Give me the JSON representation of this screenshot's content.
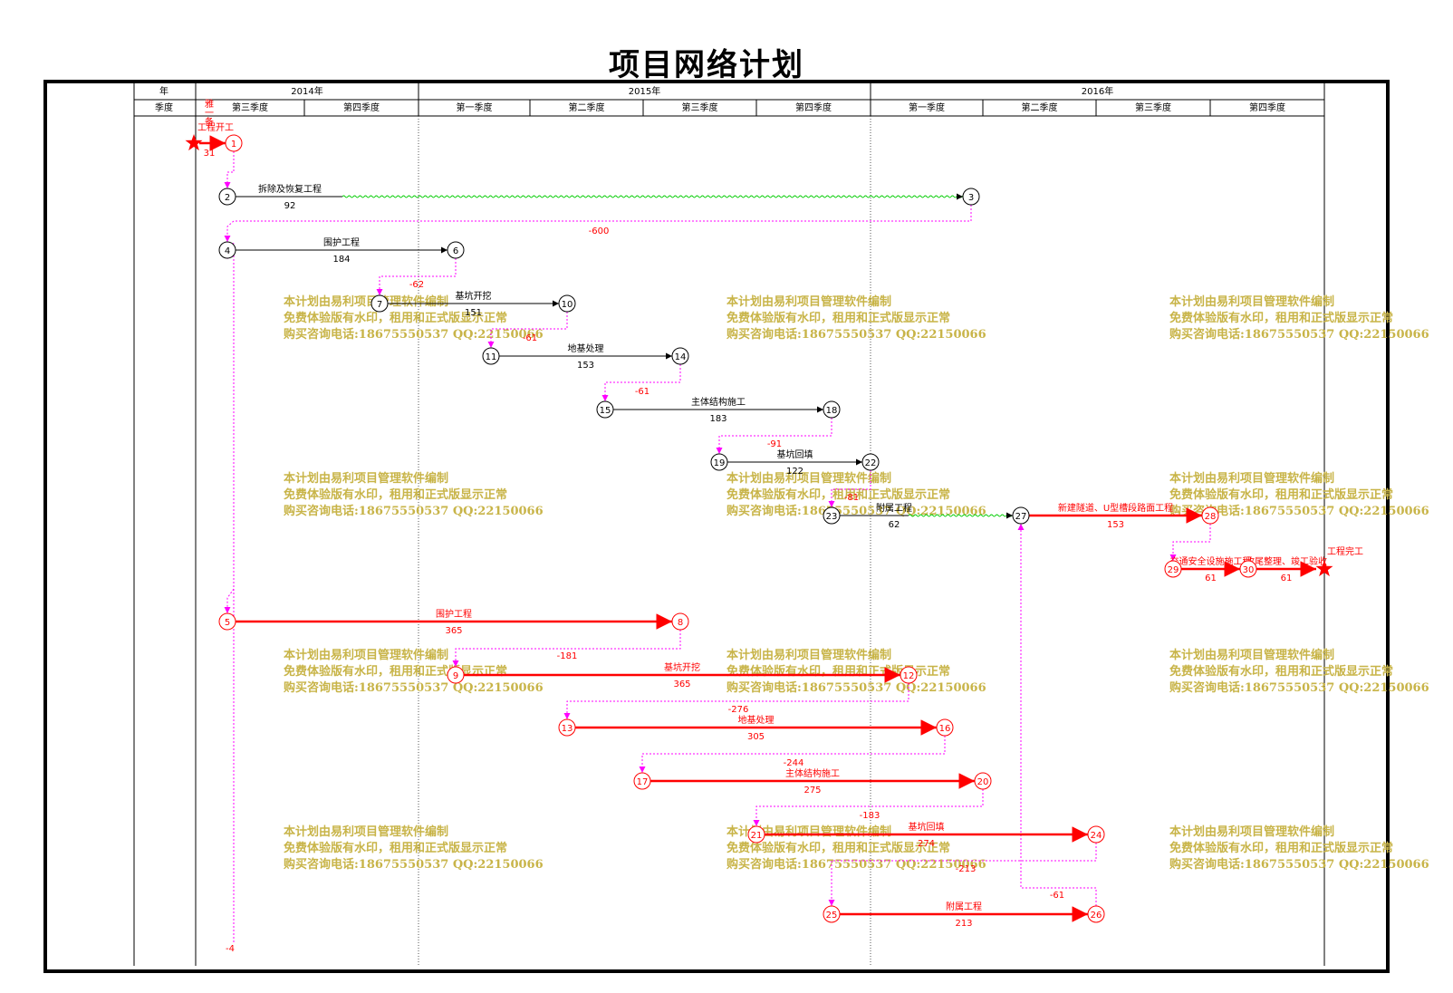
{
  "title": "项目网络计划",
  "header": {
    "row1_label": "年",
    "row2_label": "季度",
    "years": [
      {
        "label": "2014年"
      },
      {
        "label": "2015年"
      },
      {
        "label": "2016年"
      }
    ],
    "quarters": [
      "第三季度",
      "第四季度",
      "第一季度",
      "第二季度",
      "第三季度",
      "第四季度",
      "第一季度",
      "第二季度",
      "第三季度",
      "第四季度"
    ],
    "side_note": "雅\n一\n备"
  },
  "start_milestone": {
    "label": "工程开工",
    "duration": "31"
  },
  "end_milestone": {
    "label": "工程完工"
  },
  "nodes": [
    {
      "id": "1",
      "critical": true
    },
    {
      "id": "2",
      "critical": false
    },
    {
      "id": "3",
      "critical": false
    },
    {
      "id": "4",
      "critical": false
    },
    {
      "id": "5",
      "critical": true
    },
    {
      "id": "6",
      "critical": false
    },
    {
      "id": "7",
      "critical": false
    },
    {
      "id": "8",
      "critical": true
    },
    {
      "id": "9",
      "critical": true
    },
    {
      "id": "10",
      "critical": false
    },
    {
      "id": "11",
      "critical": false
    },
    {
      "id": "12",
      "critical": true
    },
    {
      "id": "13",
      "critical": true
    },
    {
      "id": "14",
      "critical": false
    },
    {
      "id": "15",
      "critical": false
    },
    {
      "id": "16",
      "critical": true
    },
    {
      "id": "17",
      "critical": true
    },
    {
      "id": "18",
      "critical": false
    },
    {
      "id": "19",
      "critical": false
    },
    {
      "id": "20",
      "critical": true
    },
    {
      "id": "21",
      "critical": true
    },
    {
      "id": "22",
      "critical": false
    },
    {
      "id": "23",
      "critical": false
    },
    {
      "id": "24",
      "critical": true
    },
    {
      "id": "25",
      "critical": true
    },
    {
      "id": "26",
      "critical": true
    },
    {
      "id": "27",
      "critical": false
    },
    {
      "id": "28",
      "critical": true
    },
    {
      "id": "29",
      "critical": true
    },
    {
      "id": "30",
      "critical": true
    }
  ],
  "activities": [
    {
      "from": "2",
      "to": "3",
      "name": "拆除及恢复工程",
      "duration": "92",
      "critical": false
    },
    {
      "from": "4",
      "to": "6",
      "name": "围护工程",
      "duration": "184",
      "critical": false
    },
    {
      "from": "7",
      "to": "10",
      "name": "基坑开挖",
      "duration": "151",
      "critical": false
    },
    {
      "from": "11",
      "to": "14",
      "name": "地基处理",
      "duration": "153",
      "critical": false
    },
    {
      "from": "15",
      "to": "18",
      "name": "主体结构施工",
      "duration": "183",
      "critical": false
    },
    {
      "from": "19",
      "to": "22",
      "name": "基坑回填",
      "duration": "122",
      "critical": false
    },
    {
      "from": "23",
      "to": "27",
      "name": "附属工程",
      "duration": "62",
      "critical": false
    },
    {
      "from": "27",
      "to": "28",
      "name": "新建隧道、U型槽段路面工程",
      "duration": "153",
      "critical": true
    },
    {
      "from": "29",
      "to": "30",
      "name": "交通安全设施施工程",
      "duration": "61",
      "critical": true
    },
    {
      "from": "30",
      "to": "end",
      "name": "收尾整理、竣工验收",
      "duration": "61",
      "critical": true
    },
    {
      "from": "5",
      "to": "8",
      "name": "围护工程",
      "duration": "365",
      "critical": true
    },
    {
      "from": "9",
      "to": "12",
      "name": "基坑开挖",
      "duration": "365",
      "critical": true
    },
    {
      "from": "13",
      "to": "16",
      "name": "地基处理",
      "duration": "305",
      "critical": true
    },
    {
      "from": "17",
      "to": "20",
      "name": "主体结构施工",
      "duration": "275",
      "critical": true
    },
    {
      "from": "21",
      "to": "24",
      "name": "基坑回填",
      "duration": "274",
      "critical": true
    },
    {
      "from": "25",
      "to": "26",
      "name": "附属工程",
      "duration": "213",
      "critical": true
    }
  ],
  "lags": [
    "-600",
    "-62",
    "-61",
    "-61",
    "-91",
    "-81",
    "-181",
    "-276",
    "-244",
    "-183",
    "-213",
    "-61",
    "-4"
  ],
  "watermark": {
    "line1": "本计划由易利项目管理软件编制",
    "line2": "免费体验版有水印，租用和正式版显示正常",
    "line3": "购买咨询电话:18675550537 QQ:22150066"
  },
  "colors": {
    "critical": "#ff0000",
    "normal": "#000000",
    "dependency": "#ff00ff",
    "float": "#00cc00",
    "watermark": "#c8b448"
  }
}
